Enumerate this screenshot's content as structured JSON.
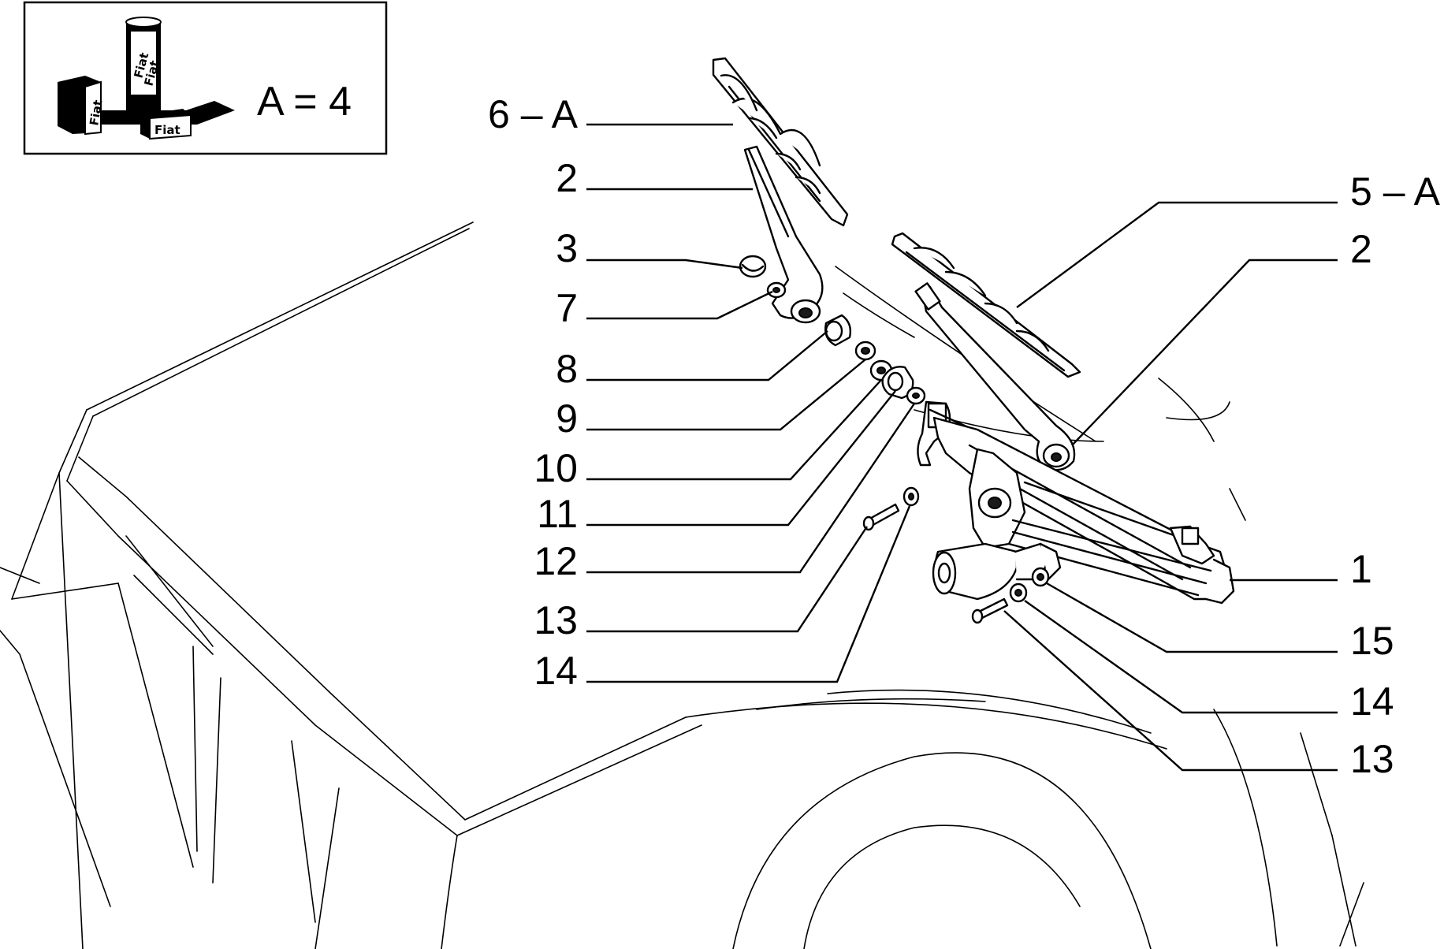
{
  "legend": {
    "equation": "A = 4",
    "can_labels": [
      "Fiat",
      "Fiat",
      "Fiat",
      "Fiat"
    ]
  },
  "callouts": {
    "left": [
      "6 – A",
      "2",
      "3",
      "7",
      "8",
      "9",
      "10",
      "11",
      "12",
      "13",
      "14"
    ],
    "right": [
      "5 – A",
      "2",
      "1",
      "15",
      "14",
      "13"
    ]
  }
}
